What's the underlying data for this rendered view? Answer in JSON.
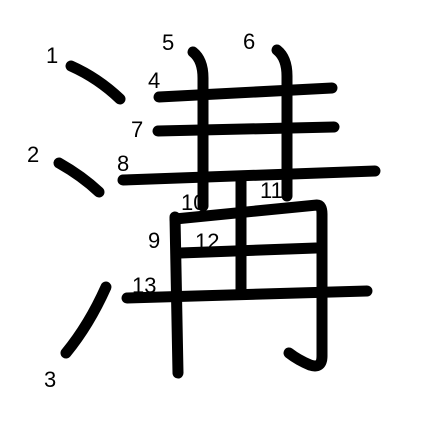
{
  "character": {
    "colors": {
      "background": "#ffffff",
      "ink": "#000000"
    },
    "strokes": [
      {
        "id": "1",
        "label": "1"
      },
      {
        "id": "2",
        "label": "2"
      },
      {
        "id": "3",
        "label": "3"
      },
      {
        "id": "4",
        "label": "4"
      },
      {
        "id": "5",
        "label": "5"
      },
      {
        "id": "6",
        "label": "6"
      },
      {
        "id": "7",
        "label": "7"
      },
      {
        "id": "8",
        "label": "8"
      },
      {
        "id": "9",
        "label": "9"
      },
      {
        "id": "10",
        "label": "10"
      },
      {
        "id": "11",
        "label": "11"
      },
      {
        "id": "12",
        "label": "12"
      },
      {
        "id": "13",
        "label": "13"
      }
    ]
  }
}
